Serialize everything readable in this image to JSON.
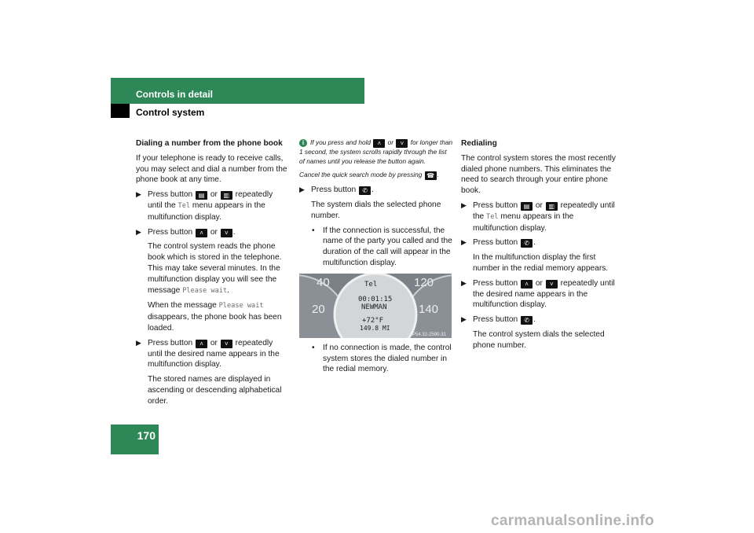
{
  "header": {
    "section": "Controls in detail",
    "subsection": "Control system"
  },
  "page_number": "170",
  "col1": {
    "heading": "Dialing a number from the phone book",
    "intro": "If your telephone is ready to receive calls, you may select and dial a number from the phone book at any time.",
    "step1": {
      "a": "Press button",
      "or": "or",
      "b": "repeatedly until the",
      "mono": "Tel",
      "c": "menu appears in the multifunction display."
    },
    "step2": {
      "a": "Press button",
      "or": "or",
      "end": "."
    },
    "step2_desc": {
      "a": "The control system reads the phone book which is stored in the telephone. This may take several minutes. In the multifunction display you will see the message",
      "mono": "Please wait",
      "end": "."
    },
    "step2_when": {
      "a": "When the message",
      "mono": "Please wait",
      "b": "disappears, the phone book has been loaded."
    },
    "step3": {
      "a": "Press button",
      "or": "or",
      "b": "repeatedly until the desired name appears in the multifunction display."
    },
    "step3_desc": "The stored names are displayed in ascending or descending alphabetical order."
  },
  "col2": {
    "note1": {
      "a": "If you press and hold",
      "or": "or",
      "b": "for longer than 1 second, the system scrolls rapidly through the list of names until you release the button again."
    },
    "note2": "Cancel the quick search mode by pressing",
    "step": {
      "a": "Press button",
      "end": "."
    },
    "step_desc": "The system dials the selected phone number.",
    "bullet1": "If the connection is successful, the name of the party you called and the duration of the call will appear in the multifunction display.",
    "bullet2": "If no connection is made, the control system stores the dialed number in the redial memory.",
    "display": {
      "gauge_40": "40",
      "gauge_120": "120",
      "gauge_20": "20",
      "gauge_140": "140",
      "label": "Tel",
      "time": "00:01:15",
      "name": "NEWMAN",
      "temp": "+72°F",
      "odo": "149.8 MI",
      "code": "P54.32-2590-31"
    }
  },
  "col3": {
    "heading": "Redialing",
    "intro": "The control system stores the most recently dialed phone numbers. This eliminates the need to search through your entire phone book.",
    "step1": {
      "a": "Press button",
      "or": "or",
      "b": "repeatedly until the",
      "mono": "Tel",
      "c": "menu appears in the multifunction display."
    },
    "step2": {
      "a": "Press button",
      "end": "."
    },
    "step2_desc": "In the multifunction display the first number in the redial memory appears.",
    "step3": {
      "a": "Press button",
      "or": "or",
      "b": "repeatedly until the desired name appears in the multifunction display."
    },
    "step4": {
      "a": "Press button",
      "end": "."
    },
    "step4_desc": "The control system dials the selected phone number."
  },
  "keys": {
    "display_up": "▤",
    "display_down": "▥",
    "up": "˄",
    "down": "˅",
    "send": "✆",
    "end": "☎"
  },
  "watermark": "carmanualsonline.info",
  "colors": {
    "accent": "#2d8757",
    "text": "#1a1a1a"
  }
}
